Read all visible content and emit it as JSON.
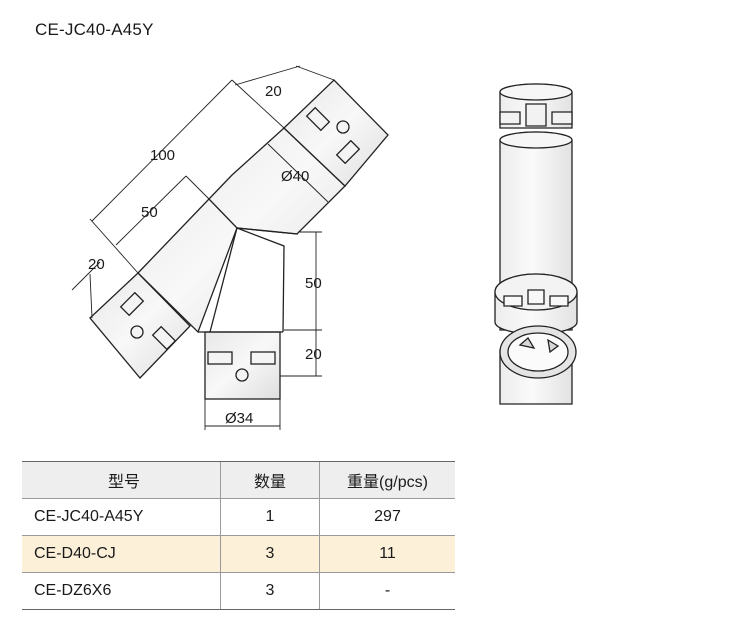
{
  "title": "CE-JC40-A45Y",
  "dimensions": {
    "d100": "100",
    "d20_top": "20",
    "d40": "Ø40",
    "d50_left": "50",
    "d20_left": "20",
    "d50_right": "50",
    "d20_right": "20",
    "d34": "Ø34"
  },
  "table": {
    "headers": [
      "型号",
      "数量",
      "重量(g/pcs)"
    ],
    "rows": [
      {
        "model": "CE-JC40-A45Y",
        "qty": "1",
        "weight": "297",
        "highlight": false
      },
      {
        "model": "CE-D40-CJ",
        "qty": "3",
        "weight": "11",
        "highlight": true
      },
      {
        "model": "CE-DZ6X6",
        "qty": "3",
        "weight": "-",
        "highlight": false
      }
    ]
  },
  "colors": {
    "line": "#222222",
    "highlight_row": "#fcf1d8",
    "header_bg": "#eeeeee"
  }
}
